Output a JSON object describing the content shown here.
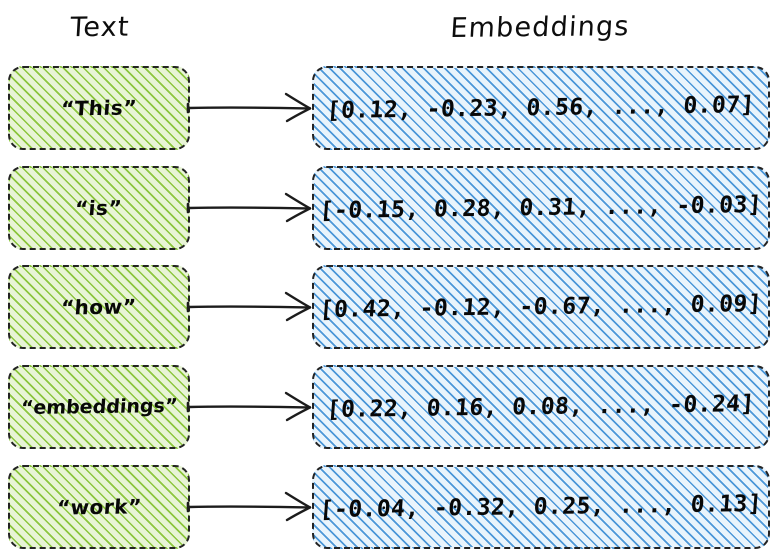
{
  "headers": {
    "left": "Text",
    "right": "Embeddings"
  },
  "colors": {
    "text_node_fill": "#f3f9e8",
    "text_node_hatch": "#8cc63e",
    "embedding_node_fill": "#cfe6f9",
    "embedding_node_hatch": "#4c97d8",
    "border": "#232323",
    "ink": "#080808"
  },
  "rows": [
    {
      "text": "“This”",
      "embedding": "[0.12, -0.23, 0.56, ..., 0.07]",
      "arrow": "arrow-right-icon"
    },
    {
      "text": "“is”",
      "embedding": "[-0.15, 0.28, 0.31, ..., -0.03]",
      "arrow": "arrow-right-icon"
    },
    {
      "text": "“how”",
      "embedding": "[0.42, -0.12, -0.67, ..., 0.09]",
      "arrow": "arrow-right-icon"
    },
    {
      "text": "“embeddings”",
      "embedding": "[0.22, 0.16, 0.08, ..., -0.24]",
      "arrow": "arrow-right-icon"
    },
    {
      "text": "“work”",
      "embedding": "[-0.04, -0.32, 0.25, ..., 0.13]",
      "arrow": "arrow-right-icon"
    }
  ]
}
